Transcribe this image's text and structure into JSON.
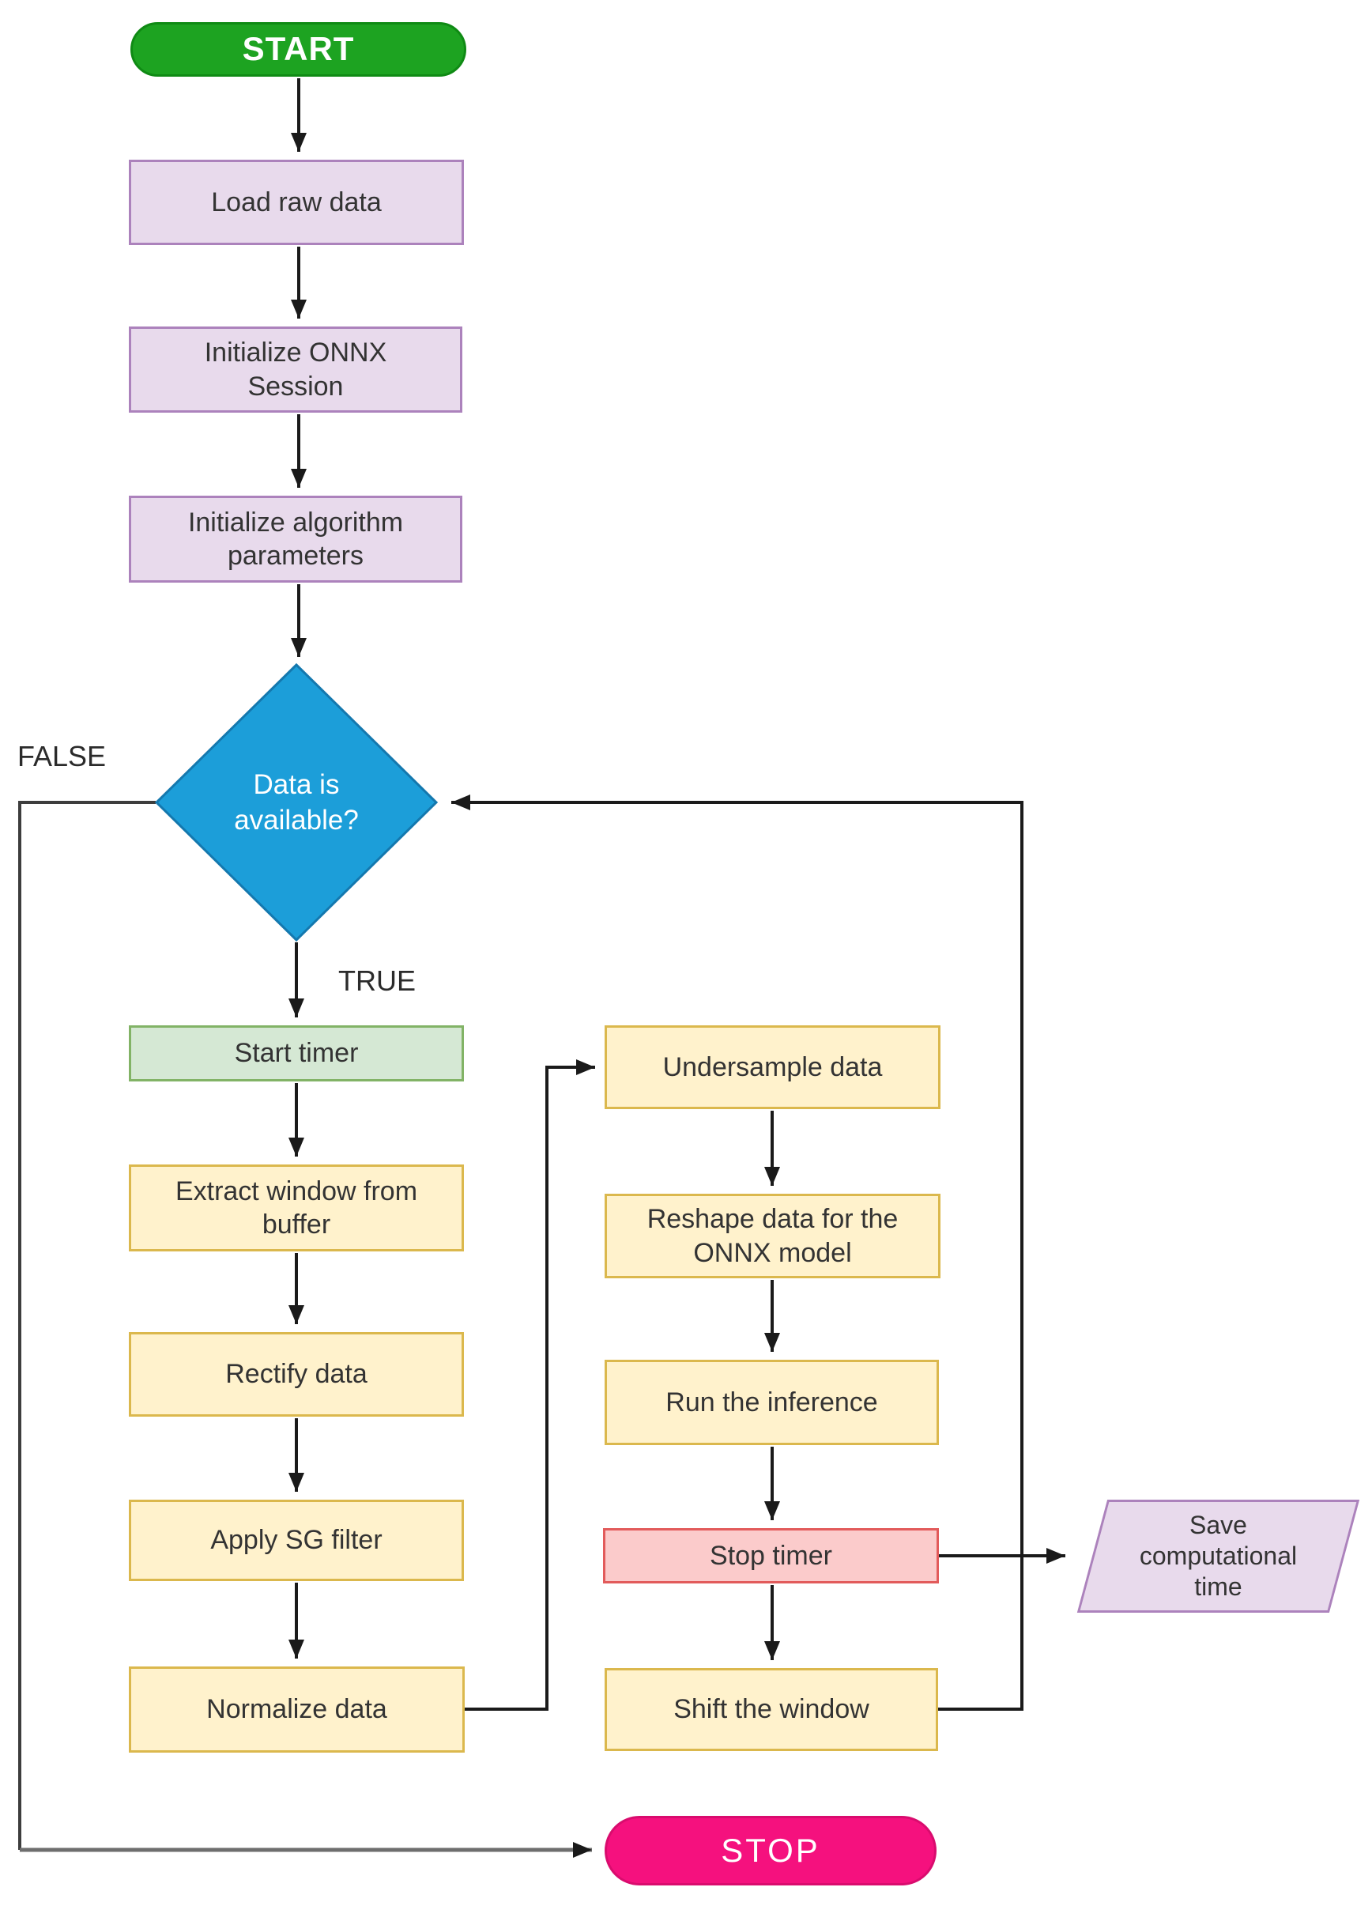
{
  "flowchart": {
    "nodes": {
      "start": {
        "label": "START",
        "type": "terminator"
      },
      "load_raw_data": {
        "label": "Load raw data",
        "type": "process"
      },
      "init_onnx": {
        "label": [
          "Initialize ONNX",
          "Session"
        ],
        "type": "process"
      },
      "init_params": {
        "label": [
          "Initialize algorithm",
          "parameters"
        ],
        "type": "process"
      },
      "decision": {
        "label": [
          "Data is",
          "available?"
        ],
        "type": "decision"
      },
      "start_timer": {
        "label": "Start timer",
        "type": "process"
      },
      "extract_window": {
        "label": [
          "Extract window from",
          "buffer"
        ],
        "type": "process"
      },
      "rectify": {
        "label": "Rectify data",
        "type": "process"
      },
      "sg_filter": {
        "label": "Apply SG filter",
        "type": "process"
      },
      "normalize": {
        "label": "Normalize data",
        "type": "process"
      },
      "undersample": {
        "label": "Undersample data",
        "type": "process"
      },
      "reshape": {
        "label": [
          "Reshape data for the",
          "ONNX model"
        ],
        "type": "process"
      },
      "inference": {
        "label": "Run the inference",
        "type": "process"
      },
      "stop_timer": {
        "label": "Stop timer",
        "type": "process"
      },
      "shift_window": {
        "label": "Shift the window",
        "type": "process"
      },
      "save_time": {
        "label": [
          "Save",
          "computational",
          "time"
        ],
        "type": "data-io"
      },
      "stop": {
        "label": "STOP",
        "type": "terminator"
      }
    },
    "branch_labels": {
      "false": "FALSE",
      "true": "TRUE"
    },
    "colors": {
      "start_fill": "#1DA321",
      "start_border": "#0F8A14",
      "stop_fill": "#F5117E",
      "stop_border": "#D90C6E",
      "process_purple_fill": "#E8DAEC",
      "process_purple_border": "#AC82BC",
      "decision_fill": "#1C9ED9",
      "decision_border": "#1478AE",
      "timer_green_fill": "#D5E8D4",
      "timer_green_border": "#82B366",
      "process_yellow_fill": "#FFF2CC",
      "process_yellow_border": "#DBB84D",
      "timer_red_fill": "#FBCBCB",
      "timer_red_border": "#E25B5B",
      "connector_black": "#1A1A1A",
      "connector_gray": "#6E6E6E"
    }
  }
}
